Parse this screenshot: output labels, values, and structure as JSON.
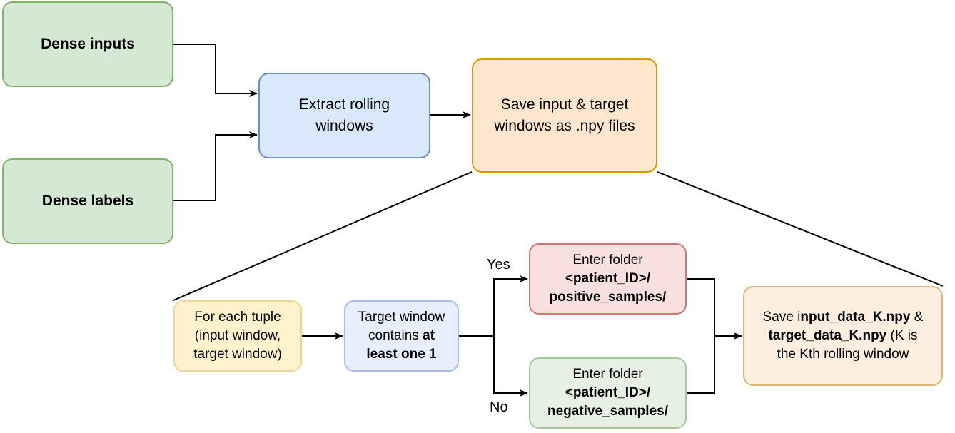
{
  "colors": {
    "green_fill": "#d5e8d4",
    "green_stroke": "#82b366",
    "blue_fill": "#dae8fc",
    "blue_stroke": "#6c8ebf",
    "orange_fill": "#ffe6cc",
    "orange_stroke": "#d79b00",
    "yellow_fill": "#fff2cc",
    "yellow_stroke": "#d6b656",
    "red_fill": "#f8cecc",
    "red_stroke": "#b85450",
    "peach_fill": "#fcefe0",
    "peach_stroke": "#dcb57a"
  },
  "nodes": {
    "dense_inputs": {
      "text": "Dense inputs"
    },
    "dense_labels": {
      "text": "Dense labels"
    },
    "extract": {
      "line1": "Extract rolling",
      "line2": "windows"
    },
    "save_npy": {
      "line1": "Save input & target",
      "line2": "windows as .npy files"
    },
    "for_each": {
      "line1": "For each tuple",
      "line2": "(input window,",
      "line3": "target window)"
    },
    "target_window": {
      "line1": "Target window",
      "line2a": "contains ",
      "line2b": "at",
      "line3": "least one 1"
    },
    "positive": {
      "line1": "Enter folder",
      "line2": "<patient_ID>/",
      "line3": "positive_samples/"
    },
    "negative": {
      "line1": "Enter folder",
      "line2": "<patient_ID>/",
      "line3": "negative_samples/"
    },
    "save_k": {
      "line1a": "Save i",
      "line1b": "nput_data_K.npy",
      "line1c": " &",
      "line2a": "target_data_K.npy",
      "line2b": " (K is",
      "line3": "the Kth rolling window"
    }
  },
  "edge_labels": {
    "yes": "Yes",
    "no": "No"
  }
}
